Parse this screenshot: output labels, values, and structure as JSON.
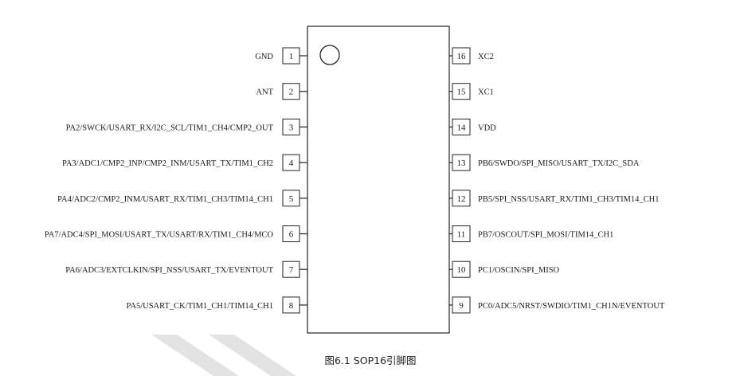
{
  "package": "SOP16",
  "caption": "图6.1 SOP16引脚图",
  "colors": {
    "line": "#222222",
    "text": "#1a1a1a",
    "watermark": "#e3e3e3"
  },
  "left_pins": [
    {
      "number": "1",
      "label": "GND"
    },
    {
      "number": "2",
      "label": "ANT"
    },
    {
      "number": "3",
      "label": "PA2/SWCK/USART_RX/I2C_SCL/TIM1_CH4/CMP2_OUT"
    },
    {
      "number": "4",
      "label": "PA3/ADC1/CMP2_INP/CMP2_INM/USART_TX/TIM1_CH2"
    },
    {
      "number": "5",
      "label": "PA4/ADC2/CMP2_INM/USART_RX/TIM1_CH3/TIM14_CH1"
    },
    {
      "number": "6",
      "label": "PA7/ADC4/SPI_MOSI/USART_TX/USART/RX/TIM1_CH4/MCO"
    },
    {
      "number": "7",
      "label": "PA6/ADC3/EXTCLKIN/SPI_NSS/USART_TX/EVENTOUT"
    },
    {
      "number": "8",
      "label": "PA5/USART_CK/TIM1_CH1/TIM14_CH1"
    }
  ],
  "right_pins": [
    {
      "number": "16",
      "label": "XC2"
    },
    {
      "number": "15",
      "label": "XC1"
    },
    {
      "number": "14",
      "label": "VDD"
    },
    {
      "number": "13",
      "label": "PB6/SWDO/SPI_MISO/USART_TX/I2C_SDA"
    },
    {
      "number": "12",
      "label": "PB5/SPI_NSS/USART_RX/TIM1_CH3/TIM14_CH1"
    },
    {
      "number": "11",
      "label": "PB7/OSCOUT/SPI_MOSI/TIM14_CH1"
    },
    {
      "number": "10",
      "label": "PC1/OSCIN/SPI_MISO"
    },
    {
      "number": "9",
      "label": "PC0/ADC5/NRST/SWDIO/TIM1_CH1N/EVENTOUT"
    }
  ]
}
